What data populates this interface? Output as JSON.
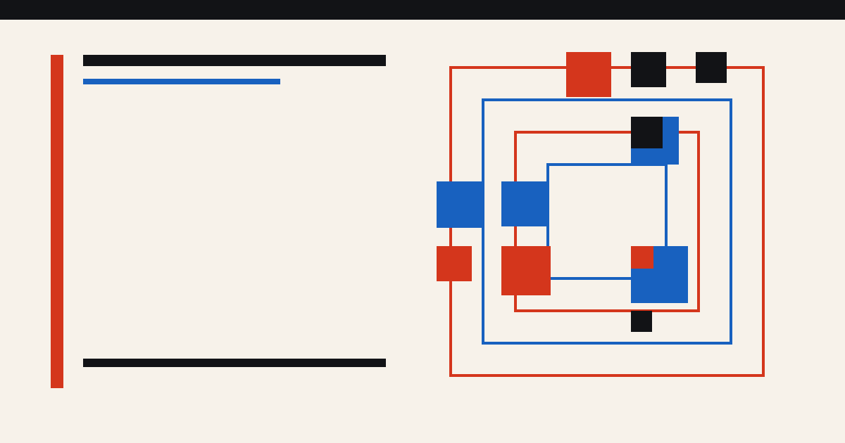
{
  "palette": {
    "background": "#f7f2ea",
    "ink": "#121316",
    "red": "#d4361c",
    "blue": "#1861bf"
  },
  "header_bar": {
    "color": "ink"
  },
  "left_panel": {
    "vertical_rule": {
      "color": "red"
    },
    "top_rule": {
      "color": "ink"
    },
    "accent_rule": {
      "color": "blue"
    },
    "bottom_rule": {
      "color": "ink"
    }
  },
  "graphic": {
    "frames": [
      {
        "name": "frame-outer",
        "color": "red"
      },
      {
        "name": "frame-second",
        "color": "blue"
      },
      {
        "name": "frame-third",
        "color": "red"
      },
      {
        "name": "frame-inner",
        "color": "blue"
      }
    ],
    "blocks": [
      {
        "name": "block-1",
        "color": "red"
      },
      {
        "name": "block-2",
        "color": "ink"
      },
      {
        "name": "block-3",
        "color": "ink"
      },
      {
        "name": "block-4",
        "color": "blue"
      },
      {
        "name": "block-5",
        "color": "ink"
      },
      {
        "name": "block-6",
        "color": "blue"
      },
      {
        "name": "block-7",
        "color": "blue"
      },
      {
        "name": "block-8",
        "color": "red"
      },
      {
        "name": "block-9",
        "color": "red"
      },
      {
        "name": "block-10",
        "color": "blue"
      },
      {
        "name": "block-11",
        "color": "red"
      },
      {
        "name": "block-12",
        "color": "ink"
      }
    ]
  }
}
